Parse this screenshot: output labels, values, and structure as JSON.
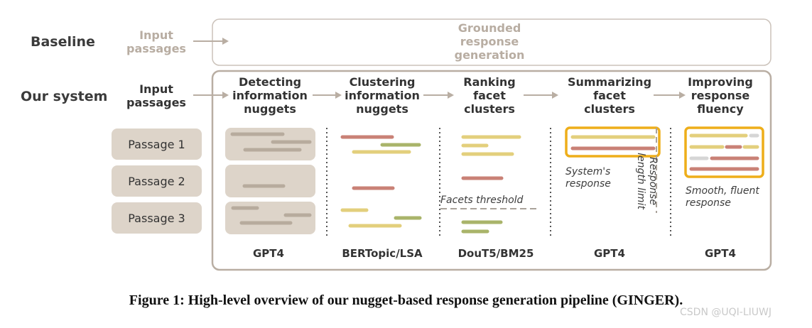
{
  "baseline": {
    "row_label": "Baseline",
    "input_label": "Input\npassages",
    "box_label": "Grounded\nresponse\ngeneration"
  },
  "system": {
    "row_label": "Our system",
    "input_label": "Input\npassages",
    "stages": [
      {
        "label": "Detecting\ninformation\nnuggets",
        "tool": "GPT4"
      },
      {
        "label": "Clustering\ninformation\nnuggets",
        "tool": "BERTopic/LSA"
      },
      {
        "label": "Ranking\nfacet\nclusters",
        "tool": "DouT5/BM25"
      },
      {
        "label": "Summarizing\nfacet\nclusters",
        "tool": "GPT4"
      },
      {
        "label": "Improving\nresponse\nfluency",
        "tool": "GPT4"
      }
    ],
    "passages": [
      "Passage 1",
      "Passage 2",
      "Passage 3"
    ],
    "facets_threshold_label": "Facets threshold",
    "system_response_label": "System's\nresponse",
    "length_limit_label": "Response\nlength limit",
    "fluent_response_label": "Smooth, fluent\nresponse"
  },
  "caption": "Figure 1: High-level overview of our nugget-based response generation pipeline (GINGER).",
  "watermark": "CSDN @UQI-LIUWJ",
  "colors": {
    "frame": "#b9aea3",
    "arrow": "#b9aea3",
    "passage_fill": "#ddd4c9",
    "nugget_gray": "#b7ab9d",
    "nugget_red": "#c98176",
    "nugget_green": "#a9b46a",
    "nugget_yellow": "#e3cf7c",
    "nugget_lightgray": "#d6d6d6",
    "highlight": "#eeae1a",
    "dashed": "#a9a29a"
  }
}
